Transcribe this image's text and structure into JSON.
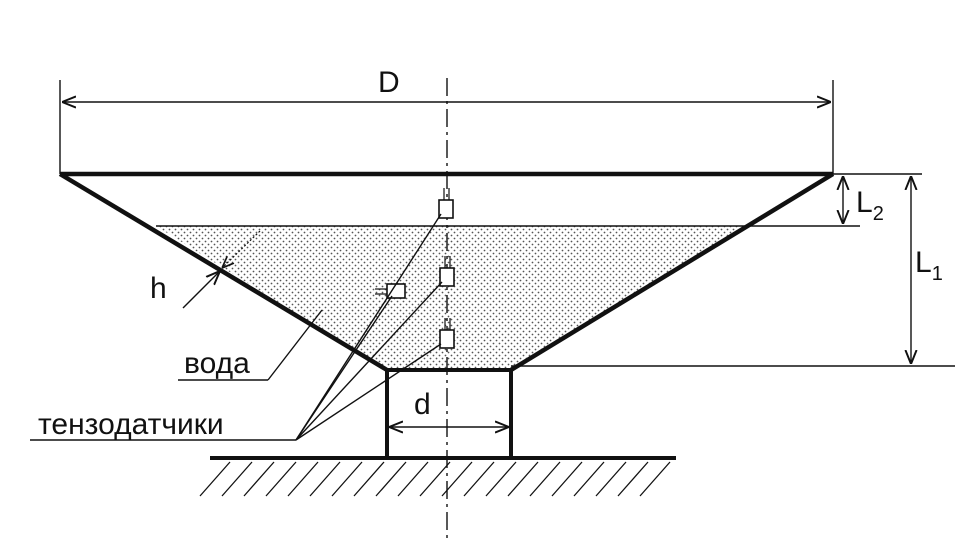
{
  "labels": {
    "D": "D",
    "d": "d",
    "h": "h",
    "L": "L",
    "L1_sub": "1",
    "L2_sub": "2",
    "water": "вода",
    "strain_gauges": "тензодатчики"
  },
  "colors": {
    "ink": "#111111",
    "water_dots": "#555555",
    "background": "#ffffff"
  }
}
